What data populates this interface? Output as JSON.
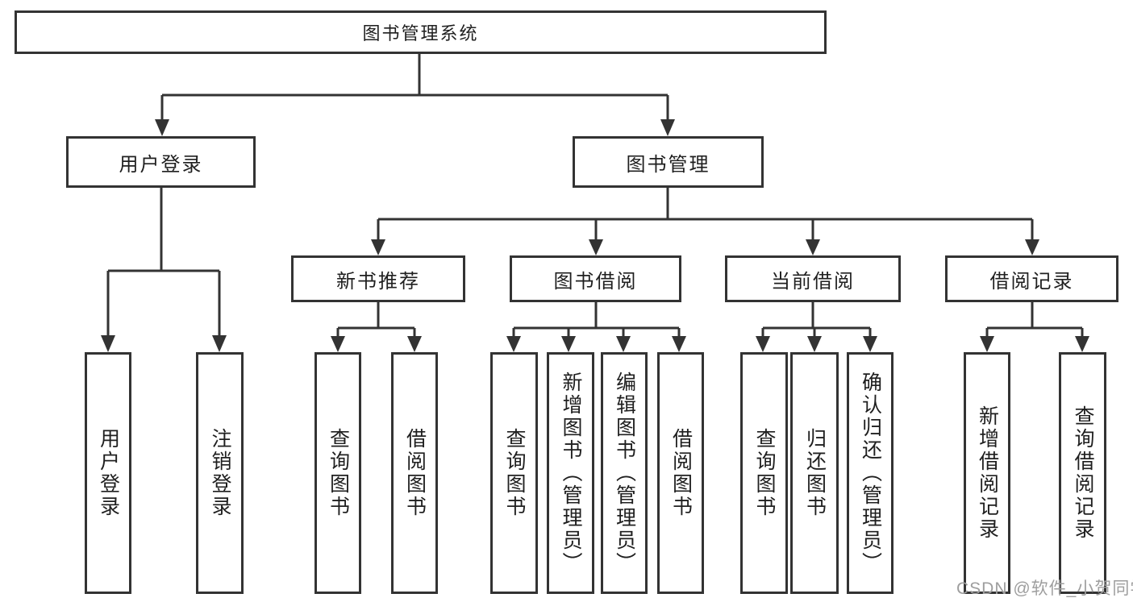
{
  "diagram": {
    "title": "图书管理系统",
    "branches": {
      "user_login": {
        "label": "用户登录",
        "children": [
          {
            "label": "用户登录"
          },
          {
            "label": "注销登录"
          }
        ]
      },
      "book_management": {
        "label": "图书管理",
        "modules": [
          {
            "label": "新书推荐",
            "children": [
              {
                "label": "查询图书"
              },
              {
                "label": "借阅图书"
              }
            ]
          },
          {
            "label": "图书借阅",
            "children": [
              {
                "label": "查询图书"
              },
              {
                "label": "新增图书（管理员）"
              },
              {
                "label": "编辑图书（管理员）"
              },
              {
                "label": "借阅图书"
              }
            ]
          },
          {
            "label": "当前借阅",
            "children": [
              {
                "label": "查询图书"
              },
              {
                "label": "归还图书"
              },
              {
                "label": "确认归还（管理员）"
              }
            ]
          },
          {
            "label": "借阅记录",
            "children": [
              {
                "label": "新增借阅记录"
              },
              {
                "label": "查询借阅记录"
              }
            ]
          }
        ]
      }
    },
    "watermark": "CSDN @软件_小贺同学",
    "colors": {
      "line": "#333333",
      "text": "#1f1f1f",
      "watermark": "#9e9e9e",
      "background": "#ffffff"
    }
  }
}
